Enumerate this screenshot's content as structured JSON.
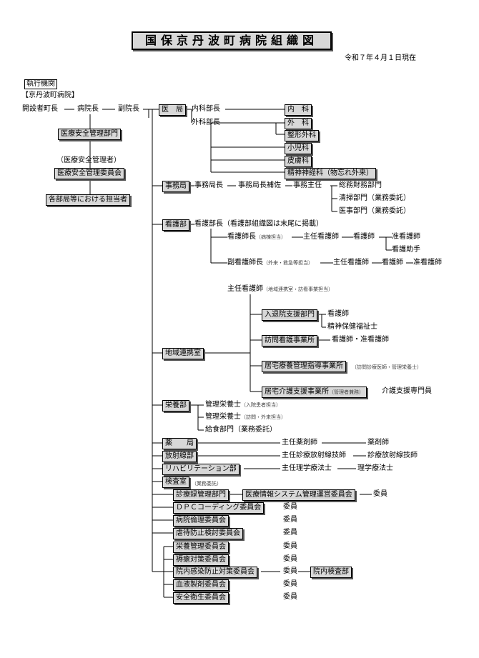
{
  "title": "国保京丹波町病院組織図",
  "date": "令和７年４月１日現在",
  "exec": "執行機関",
  "hospital": "【京丹波町病院】",
  "chain": {
    "founder": "開設者町長",
    "director": "病院長",
    "vice": "副院長"
  },
  "left": {
    "safety_dept": "医療安全管理部門",
    "safety_manager": "（医療安全管理者）",
    "safety_committee": "医療安全管理委員会",
    "dept_staff": "各部局等における担当者"
  },
  "medical": {
    "name": "医　局",
    "internal_head": "内科部長",
    "external_head": "外科部長",
    "naika": "内　科",
    "geka": "外　科",
    "seikei": "整形外科",
    "shoni": "小児科",
    "hifu": "皮膚科",
    "seishin": "精神神経科（物忘れ外来）"
  },
  "office": {
    "name": "事務局",
    "head": "事務局長",
    "deputy": "事務局長補佐",
    "chief": "事務主任",
    "general": "総務財務部門",
    "cleaning": "清掃部門（業務委託）",
    "clerk": "医事部門（業務委託）"
  },
  "nursing": {
    "name": "看護部",
    "head": "看護部長（看護部組織図は末尾に掲載）",
    "nurse_chief": "看護師長",
    "nurse_chief_note": "（病棟担当）",
    "senior": "主任看護師",
    "nurse": "看護師",
    "quasi": "准看護師",
    "aide": "看護助手",
    "deputy": "副看護師長",
    "deputy_note": "（外来・救急等担当）",
    "senior2": "主任看護師",
    "nurse2": "看護師",
    "quasi2": "准看護師",
    "senior3": "主任看護師",
    "senior3_note": "（地域連携室・訪看事業担当）"
  },
  "community": {
    "name": "地域連携室",
    "discharge": "入退院支援部門",
    "discharge_nurse": "看護師",
    "psw": "精神保健福祉士",
    "visit": "訪問看護事業所",
    "visit_staff": "看護師・准看護師",
    "home": "居宅療養管理指導事業所",
    "home_note": "（訪問診療医師・管理栄養士）",
    "care": "居宅介護支援事業所",
    "care_note": "（管理者兼務）",
    "care_staff": "介護支援専門員"
  },
  "nutrition": {
    "name": "栄養部",
    "diet1": "管理栄養士",
    "diet1_note": "（入院患者担当）",
    "diet2": "管理栄養士",
    "diet2_note": "（訪問・外来担当）",
    "meal": "給食部門（業務委託）"
  },
  "pharmacy": {
    "name": "薬　　局",
    "chief": "主任薬剤師",
    "staff": "薬剤師"
  },
  "radiology": {
    "name": "放射線部",
    "chief": "主任診療放射線技師",
    "staff": "診療放射線技師"
  },
  "rehab": {
    "name": "リハビリテーション部",
    "chief": "主任理学療法士",
    "staff": "理学療法士"
  },
  "lab": {
    "name": "検査室",
    "note": "（業務委託）"
  },
  "committees": {
    "records": "診療録管理部門",
    "info_sys": "医療情報システム管理運営委員会",
    "info_member": "委員",
    "dpc": "ＤＰＣコーディング委員会",
    "ethics": "病院倫理委員会",
    "abuse": "虐待防止検討委員会",
    "nutrition": "栄養管理委員会",
    "bedsore": "褥瘡対策委員会",
    "infection": "院内感染防止対策委員会",
    "inspect": "院内検査部",
    "transfusion": "血液製剤委員会",
    "safety_health": "安全衛生委員会",
    "member": "委員"
  }
}
